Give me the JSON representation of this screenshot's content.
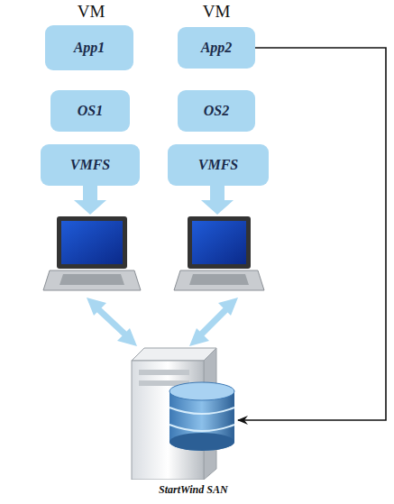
{
  "diagram": {
    "nodes": [
      {
        "text": [
          "App1"
        ]
      },
      {
        "text": [
          "OS1"
        ]
      },
      {
        "text": [
          "VMFS"
        ]
      },
      {
        "text": [
          "App2"
        ]
      },
      {
        "text": [
          "OS2"
        ]
      },
      {
        "text": [
          "VMFS"
        ]
      },
      {
        "text": [
          "StartWind SAN"
        ]
      }
    ],
    "edges": [
      {
        "from": 3,
        "to": 6,
        "arrow": "to"
      }
    ],
    "labels": [
      "VM",
      "VM"
    ]
  }
}
